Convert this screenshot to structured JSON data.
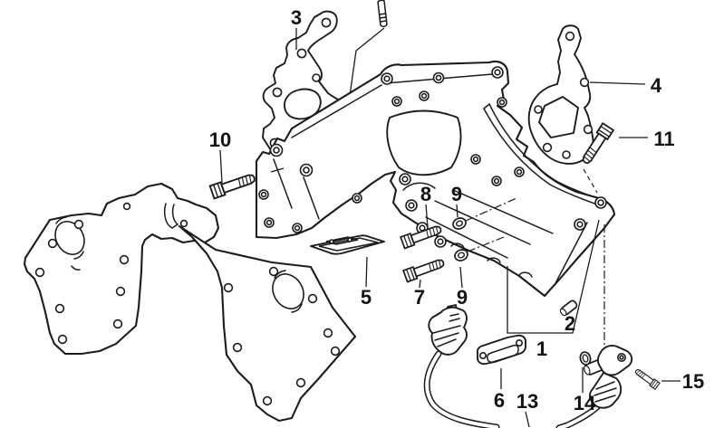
{
  "diagram": {
    "type": "exploded-parts-diagram",
    "colors": {
      "background": "#ffffff",
      "line": "#1c1c1c",
      "label": "#141414"
    },
    "callouts": [
      {
        "text": "3"
      },
      {
        "text": "4"
      },
      {
        "text": "10"
      },
      {
        "text": "11"
      },
      {
        "text": "8"
      },
      {
        "text": "9"
      },
      {
        "text": "5"
      },
      {
        "text": "7"
      },
      {
        "text": "9"
      },
      {
        "text": "2"
      },
      {
        "text": "1"
      },
      {
        "text": "6"
      },
      {
        "text": "13"
      },
      {
        "text": "14"
      },
      {
        "text": "15"
      }
    ]
  }
}
